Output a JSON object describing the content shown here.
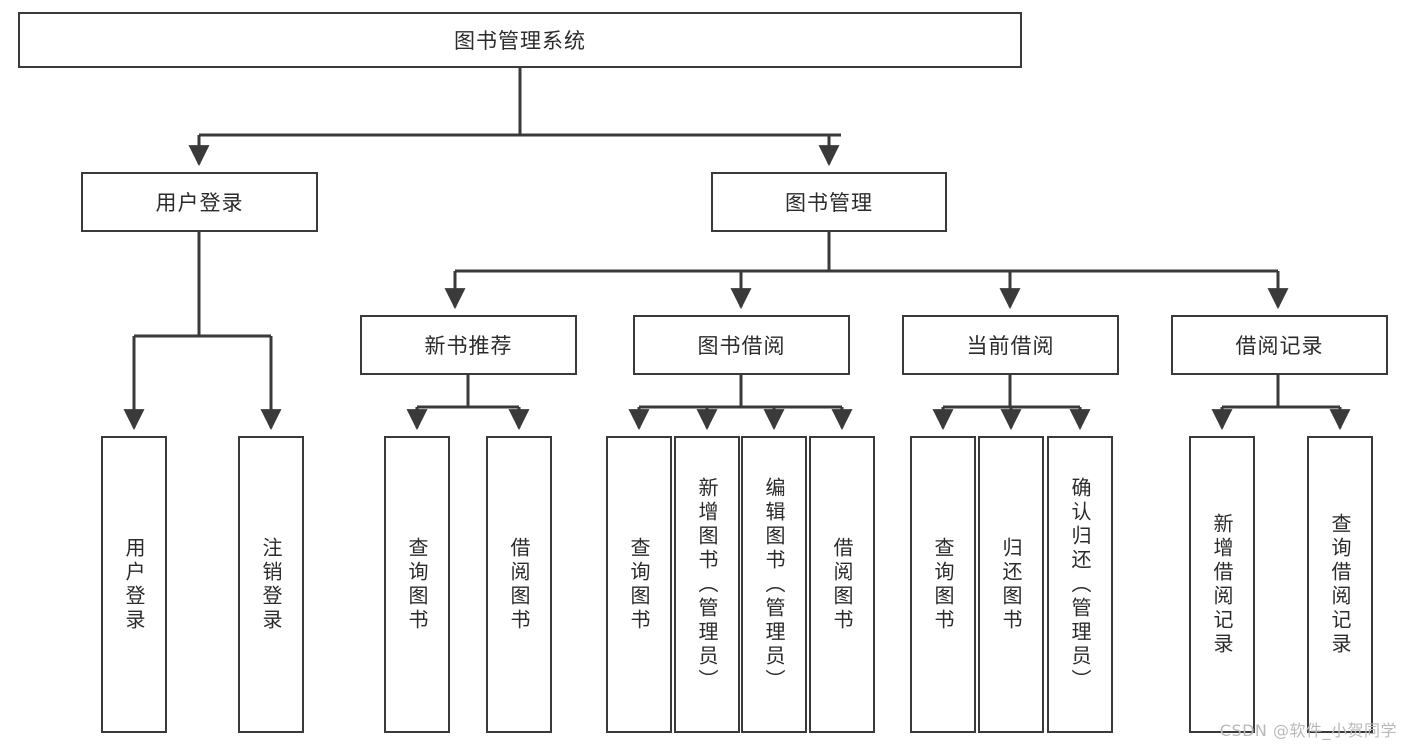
{
  "diagram": {
    "title": "图书管理系统",
    "root": {
      "label": "图书管理系统"
    },
    "level2": [
      {
        "label": "用户登录"
      },
      {
        "label": "图书管理"
      }
    ],
    "level3": [
      {
        "label": "新书推荐"
      },
      {
        "label": "图书借阅"
      },
      {
        "label": "当前借阅"
      },
      {
        "label": "借阅记录"
      }
    ],
    "leaves": {
      "user_login": [
        {
          "label": "用户登录"
        },
        {
          "label": "注销登录"
        }
      ],
      "new_book_recommend": [
        {
          "label": "查询图书"
        },
        {
          "label": "借阅图书"
        }
      ],
      "book_borrow": [
        {
          "label": "查询图书"
        },
        {
          "label": "新增图书（管理员）"
        },
        {
          "label": "编辑图书（管理员）"
        },
        {
          "label": "借阅图书"
        }
      ],
      "current_borrow": [
        {
          "label": "查询图书"
        },
        {
          "label": "归还图书"
        },
        {
          "label": "确认归还（管理员）"
        }
      ],
      "borrow_records": [
        {
          "label": "新增借阅记录"
        },
        {
          "label": "查询借阅记录"
        }
      ]
    }
  },
  "watermark": {
    "text": "CSDN @软件_小贺同学"
  },
  "colors": {
    "stroke": "#3a3a3a",
    "background": "#ffffff",
    "text": "#2b2b2b",
    "watermark": "#b9b9b9"
  }
}
